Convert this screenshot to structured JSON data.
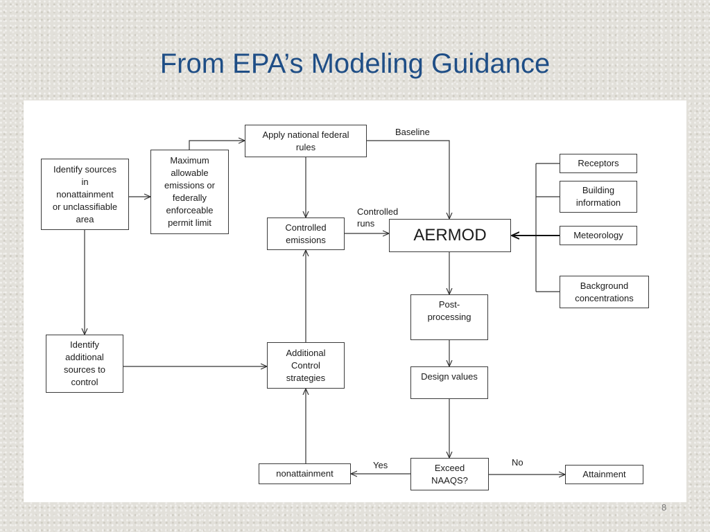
{
  "title": "From EPA’s Modeling Guidance",
  "page_number": "8",
  "nodes": {
    "identify_sources": "Identify sources\nin\nnonattainment\nor unclassifiable\narea",
    "max_allowable": "Maximum\nallowable\nemissions or\nfederally\nenforceable\npermit limit",
    "apply_rules": "Apply national federal\nrules",
    "controlled_emissions": "Controlled\nemissions",
    "aermod": "AERMOD",
    "receptors": "Receptors",
    "building_info": "Building\ninformation",
    "meteorology": "Meteorology",
    "background": "Background\nconcentrations",
    "post_processing": "Post-\nprocessing",
    "design_values": "Design values",
    "exceed_naaqs": "Exceed\nNAAQS?",
    "attainment": "Attainment",
    "nonattainment": "nonattainment",
    "additional_control": "Additional\nControl\nstrategies",
    "identify_additional": "Identify\nadditional\nsources to\ncontrol"
  },
  "edge_labels": {
    "baseline": "Baseline",
    "controlled_runs": "Controlled\nruns",
    "yes": "Yes",
    "no": "No"
  }
}
